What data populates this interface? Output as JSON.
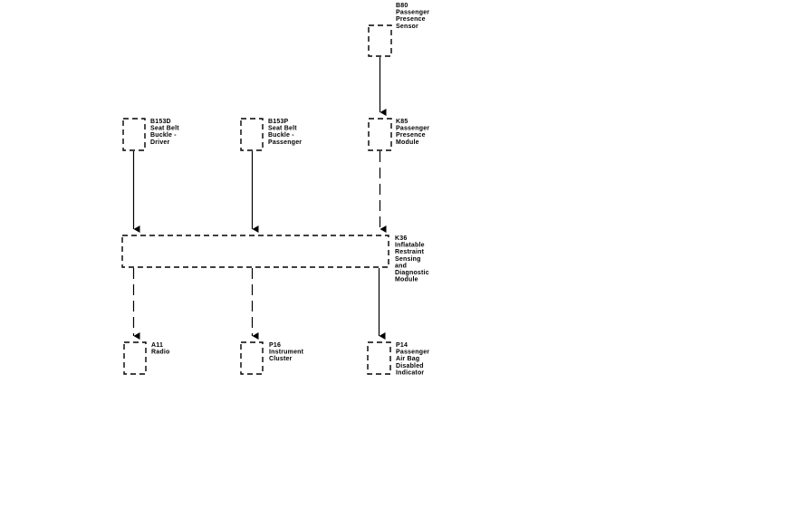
{
  "components": {
    "b80": {
      "lines": [
        "B80",
        "Passenger",
        "Presence",
        "Sensor"
      ]
    },
    "b153d": {
      "lines": [
        "B153D",
        "Seat Belt",
        "Buckle -",
        "Driver"
      ]
    },
    "b153p": {
      "lines": [
        "B153P",
        "Seat Belt",
        "Buckle -",
        "Passenger"
      ]
    },
    "k85": {
      "lines": [
        "K85",
        "Passenger",
        "Presence",
        "Module"
      ]
    },
    "k36": {
      "lines": [
        "K36",
        "Inflatable",
        "Restraint",
        "Sensing",
        "and",
        "Diagnostic",
        "Module"
      ]
    },
    "a11": {
      "lines": [
        "A11",
        "Radio"
      ]
    },
    "p16": {
      "lines": [
        "P16",
        "Instrument",
        "Cluster"
      ]
    },
    "p14": {
      "lines": [
        "P14",
        "Passenger",
        "Air Bag",
        "Disabled",
        "Indicator"
      ]
    }
  },
  "connections": [
    {
      "from": "B80",
      "to": "K85",
      "style": "solid"
    },
    {
      "from": "B153D",
      "to": "K36",
      "style": "solid"
    },
    {
      "from": "B153P",
      "to": "K36",
      "style": "solid"
    },
    {
      "from": "K85",
      "to": "K36",
      "style": "dashed"
    },
    {
      "from": "K36",
      "to": "A11",
      "style": "dashed"
    },
    {
      "from": "K36",
      "to": "P16",
      "style": "dashed"
    },
    {
      "from": "K36",
      "to": "P14",
      "style": "solid"
    }
  ]
}
